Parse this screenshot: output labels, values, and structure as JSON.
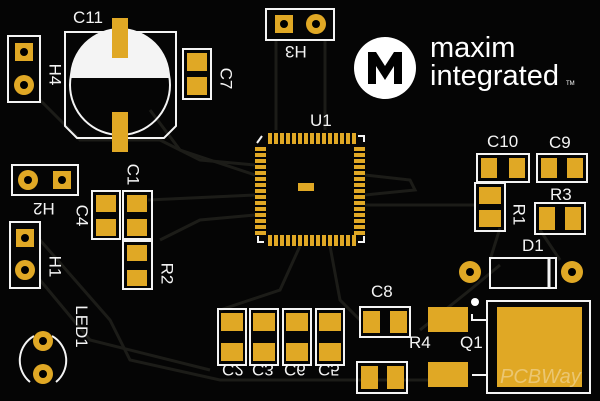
{
  "board": {
    "colors": {
      "background": "#050505",
      "pad": "#e0a825",
      "silkscreen": "#f4f4f4",
      "trace": "#1c1c18"
    },
    "logo": {
      "line1": "maxim",
      "line2": "integrated",
      "tm": "TM",
      "icon": "maxim-logo-icon"
    },
    "watermark": "PCBWay",
    "designators": {
      "C11": "C11",
      "H4": "H4",
      "C7": "C7",
      "H3": "H3",
      "U1": "U1",
      "C10": "C10",
      "C9": "C9",
      "R1": "R1",
      "R3": "R3",
      "D1": "D1",
      "H2": "H2",
      "C1": "C1",
      "C4": "C4",
      "R2": "R2",
      "H1": "H1",
      "LED1": "LED1",
      "C8": "C8",
      "R4": "R4",
      "Q1": "Q1",
      "C2": "C2",
      "C3": "C3",
      "C6": "C6",
      "C5": "C5"
    }
  }
}
